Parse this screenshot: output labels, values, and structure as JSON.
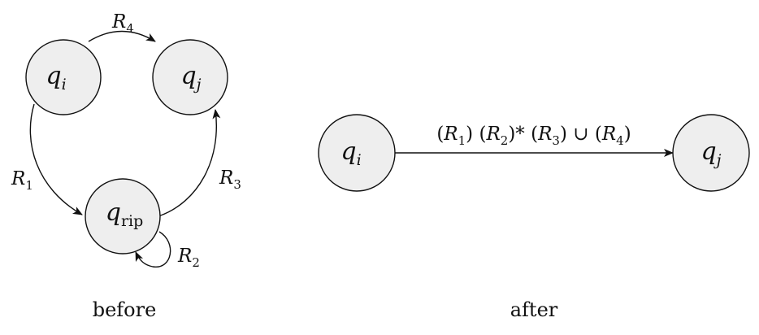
{
  "before": {
    "caption": "before",
    "states": {
      "qi": {
        "symbol": "q",
        "subscript": "i"
      },
      "qj": {
        "symbol": "q",
        "subscript": "j"
      },
      "qrip": {
        "symbol": "q",
        "subscript": "rip"
      }
    },
    "edges": {
      "r1": {
        "symbol": "R",
        "subscript": "1"
      },
      "r2": {
        "symbol": "R",
        "subscript": "2"
      },
      "r3": {
        "symbol": "R",
        "subscript": "3"
      },
      "r4": {
        "symbol": "R",
        "subscript": "4"
      }
    }
  },
  "after": {
    "caption": "after",
    "states": {
      "qi": {
        "symbol": "q",
        "subscript": "i"
      },
      "qj": {
        "symbol": "q",
        "subscript": "j"
      }
    },
    "edge_label": {
      "open1": "(",
      "r1_symbol": "R",
      "r1_subscript": "1",
      "close1": ")",
      "open2": " (",
      "r2_symbol": "R",
      "r2_subscript": "2",
      "close2_star": ")* (",
      "r3_symbol": "R",
      "r3_subscript": "3",
      "union": ") ∪ (",
      "r4_symbol": "R",
      "r4_subscript": "4",
      "close4": ")"
    }
  }
}
